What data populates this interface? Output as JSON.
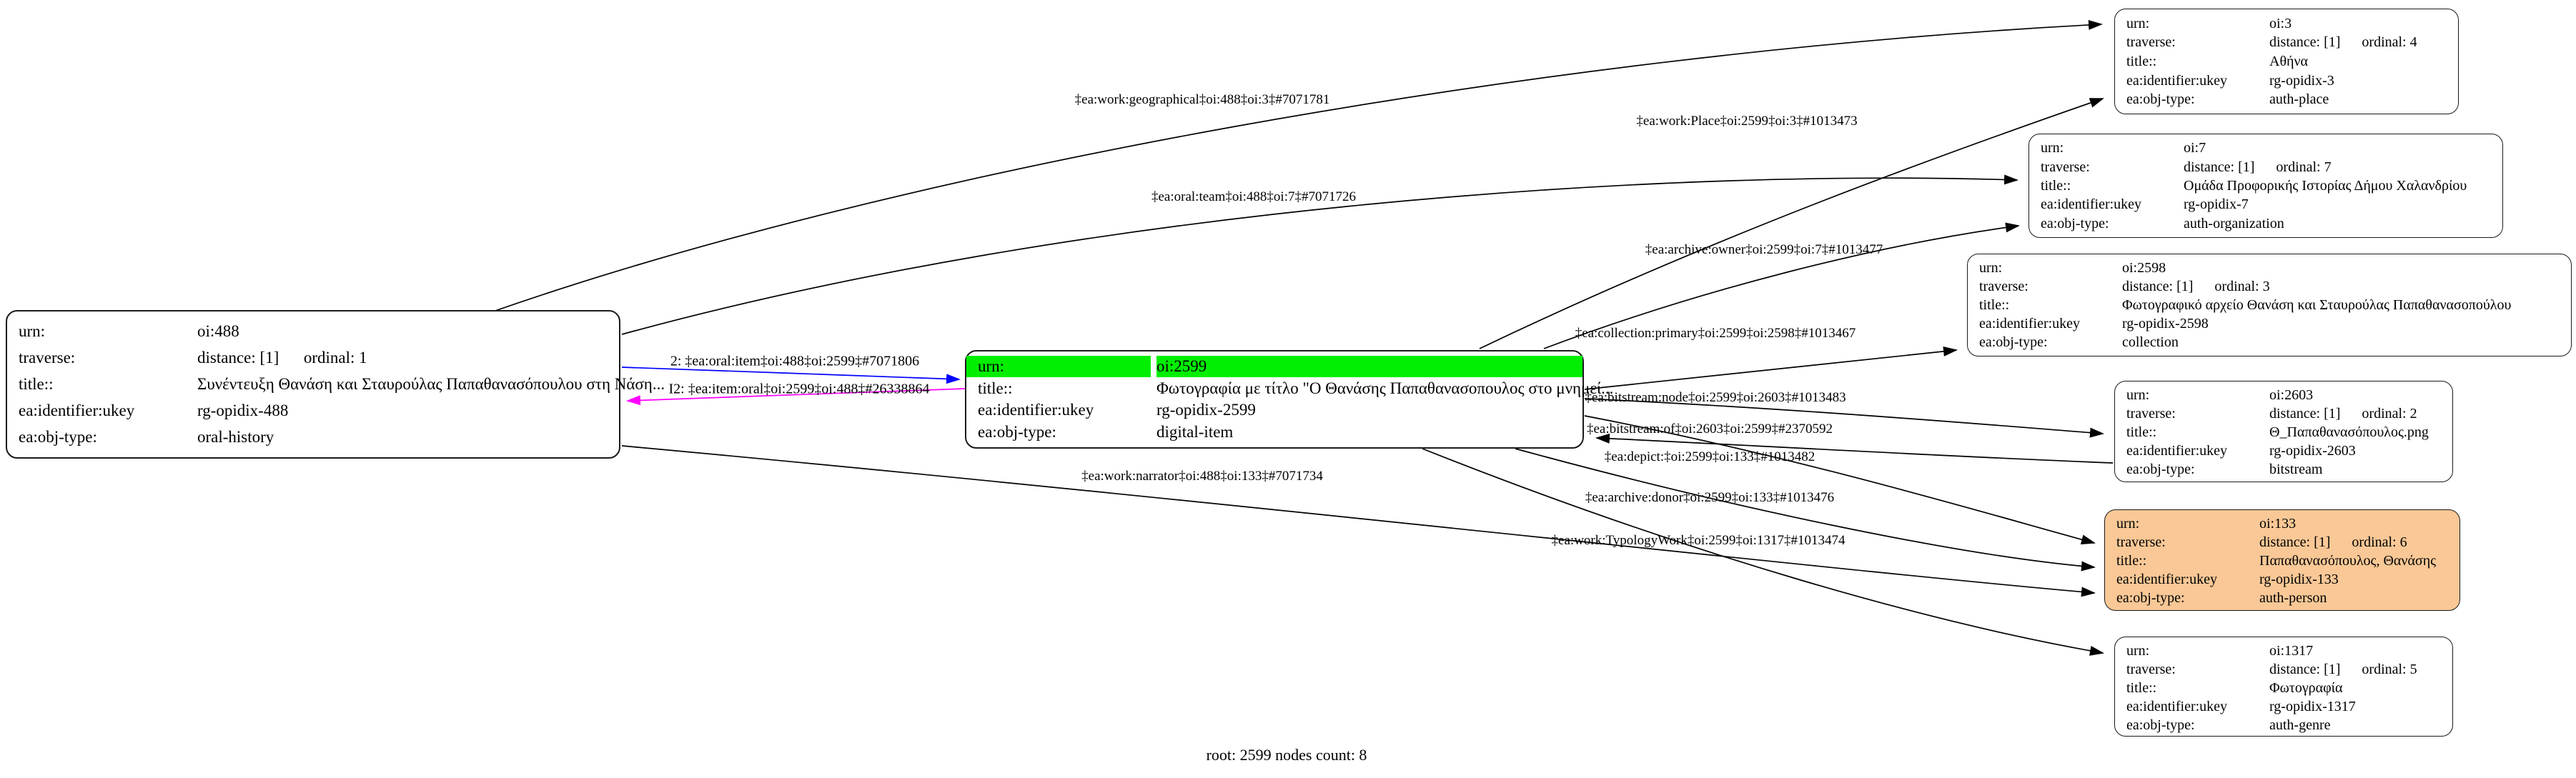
{
  "caption": "root: 2599 nodes count: 8",
  "colors": {
    "highlight_green": "#00ee00",
    "person_orange": "#f9c896",
    "edge_blue": "#0000ff",
    "edge_magenta": "#ff00ff",
    "edge_black": "#000000"
  },
  "nodes": {
    "n488": {
      "fields": [
        {
          "k": "urn:",
          "v": "oi:488"
        },
        {
          "k": "traverse:",
          "v": "distance: [1]      ordinal: 1"
        },
        {
          "k": "title::",
          "v": "Συνέντευξη Θανάση και Σταυρούλας Παπαθανασόπουλου στη Νάση..."
        },
        {
          "k": "ea:identifier:ukey",
          "v": "rg-opidix-488"
        },
        {
          "k": "ea:obj-type:",
          "v": "oral-history"
        }
      ]
    },
    "n2599": {
      "fields": [
        {
          "k": "urn:",
          "v": "oi:2599"
        },
        {
          "k": "title::",
          "v": "Φωτογραφία με τίτλο \"Ο Θανάσης Παπαθανασοπουλος στο μνημεί..."
        },
        {
          "k": "ea:identifier:ukey",
          "v": "rg-opidix-2599"
        },
        {
          "k": "ea:obj-type:",
          "v": "digital-item"
        }
      ]
    },
    "n3": {
      "fields": [
        {
          "k": "urn:",
          "v": "oi:3"
        },
        {
          "k": "traverse:",
          "v": "distance: [1]      ordinal: 4"
        },
        {
          "k": "title::",
          "v": "Αθήνα"
        },
        {
          "k": "ea:identifier:ukey",
          "v": "rg-opidix-3"
        },
        {
          "k": "ea:obj-type:",
          "v": "auth-place"
        }
      ]
    },
    "n7": {
      "fields": [
        {
          "k": "urn:",
          "v": "oi:7"
        },
        {
          "k": "traverse:",
          "v": "distance: [1]      ordinal: 7"
        },
        {
          "k": "title::",
          "v": "Ομάδα Προφορικής Ιστορίας Δήμου Χαλανδρίου"
        },
        {
          "k": "ea:identifier:ukey",
          "v": "rg-opidix-7"
        },
        {
          "k": "ea:obj-type:",
          "v": "auth-organization"
        }
      ]
    },
    "n2598": {
      "fields": [
        {
          "k": "urn:",
          "v": "oi:2598"
        },
        {
          "k": "traverse:",
          "v": "distance: [1]      ordinal: 3"
        },
        {
          "k": "title::",
          "v": "Φωτογραφικό αρχείο Θανάση και Σταυρούλας Παπαθανασοπούλου"
        },
        {
          "k": "ea:identifier:ukey",
          "v": "rg-opidix-2598"
        },
        {
          "k": "ea:obj-type:",
          "v": "collection"
        }
      ]
    },
    "n2603": {
      "fields": [
        {
          "k": "urn:",
          "v": "oi:2603"
        },
        {
          "k": "traverse:",
          "v": "distance: [1]      ordinal: 2"
        },
        {
          "k": "title::",
          "v": "Θ_Παπαθανασόπουλος.png"
        },
        {
          "k": "ea:identifier:ukey",
          "v": "rg-opidix-2603"
        },
        {
          "k": "ea:obj-type:",
          "v": "bitstream"
        }
      ]
    },
    "n133": {
      "fields": [
        {
          "k": "urn:",
          "v": "oi:133"
        },
        {
          "k": "traverse:",
          "v": "distance: [1]      ordinal: 6"
        },
        {
          "k": "title::",
          "v": "Παπαθανασόπουλος, Θανάσης"
        },
        {
          "k": "ea:identifier:ukey",
          "v": "rg-opidix-133"
        },
        {
          "k": "ea:obj-type:",
          "v": "auth-person"
        }
      ]
    },
    "n1317": {
      "fields": [
        {
          "k": "urn:",
          "v": "oi:1317"
        },
        {
          "k": "traverse:",
          "v": "distance: [1]      ordinal: 5"
        },
        {
          "k": "title::",
          "v": "Φωτογραφία"
        },
        {
          "k": "ea:identifier:ukey",
          "v": "rg-opidix-1317"
        },
        {
          "k": "ea:obj-type:",
          "v": "auth-genre"
        }
      ]
    }
  },
  "edges": [
    {
      "label": "‡ea:work:geographical‡oi:488‡oi:3‡#7071781"
    },
    {
      "label": "‡ea:work:Place‡oi:2599‡oi:3‡#1013473"
    },
    {
      "label": "‡ea:oral:team‡oi:488‡oi:7‡#7071726"
    },
    {
      "label": "‡ea:archive:owner‡oi:2599‡oi:7‡#1013477"
    },
    {
      "label": "‡ea:collection:primary‡oi:2599‡oi:2598‡#1013467"
    },
    {
      "label": "‡ea:bitstream:node‡oi:2599‡oi:2603‡#1013483"
    },
    {
      "label": "‡ea:bitstream:of‡oi:2603‡oi:2599‡#2370592"
    },
    {
      "label": "‡ea:depict:‡oi:2599‡oi:133‡#1013482"
    },
    {
      "label": "‡ea:archive:donor‡oi:2599‡oi:133‡#1013476"
    },
    {
      "label": "‡ea:work:TypologyWork‡oi:2599‡oi:1317‡#1013474"
    },
    {
      "label": "‡ea:work:narrator‡oi:488‡oi:133‡#7071734"
    },
    {
      "label": "2: ‡ea:oral:item‡oi:488‡oi:2599‡#7071806"
    },
    {
      "label": "I2: ‡ea:item:oral‡oi:2599‡oi:488‡#26338864"
    }
  ]
}
